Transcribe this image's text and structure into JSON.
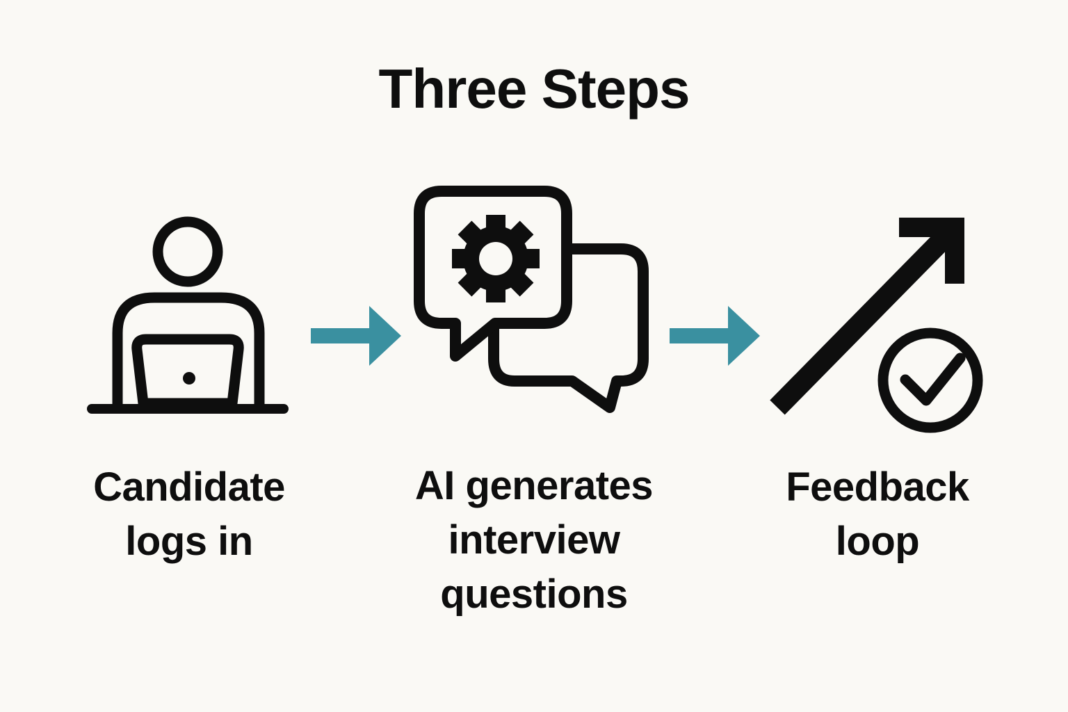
{
  "title": "Three Steps",
  "colors": {
    "background": "#FAF9F5",
    "ink": "#0E0E0E",
    "accent": "#3A90A0"
  },
  "steps": [
    {
      "label": "Candidate logs in",
      "icon": "person-at-laptop-icon"
    },
    {
      "label": "AI generates interview questions",
      "icon": "chat-bubbles-gear-icon"
    },
    {
      "label": "Feedback loop",
      "icon": "growth-arrow-check-icon"
    }
  ],
  "connectors": [
    {
      "icon": "right-arrow-icon"
    },
    {
      "icon": "right-arrow-icon"
    }
  ]
}
